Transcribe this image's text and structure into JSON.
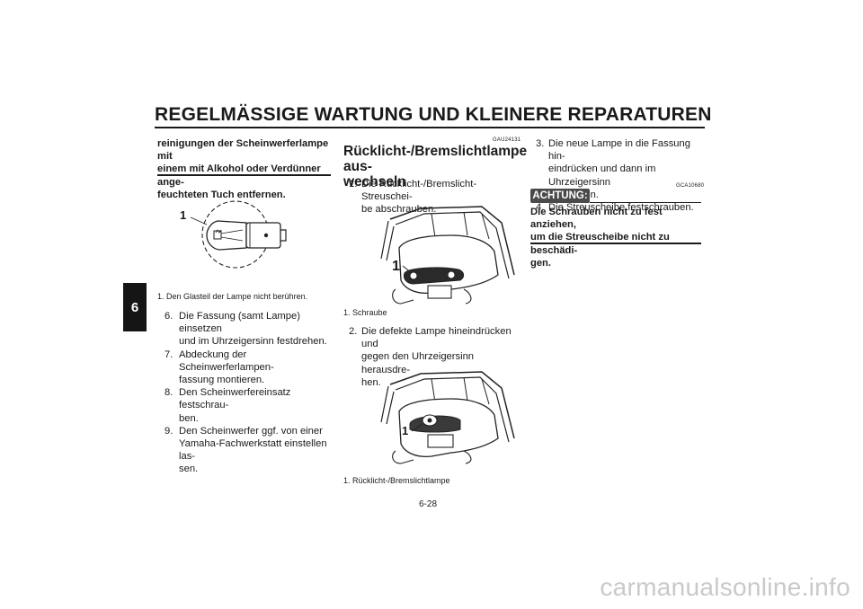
{
  "header": {
    "title": "REGELMÄSSIGE WARTUNG UND KLEINERE REPARATUREN",
    "chapter": "6"
  },
  "left_column": {
    "warning_lines": [
      "reinigungen der Scheinwerferlampe mit",
      "einem mit Alkohol oder Verdünner ange-",
      "feuchteten Tuch entfernen."
    ],
    "figure_label": "1",
    "caption": "1.  Den Glasteil der Lampe nicht berühren.",
    "steps": [
      {
        "num": "6.",
        "lines": [
          "Die Fassung (samt Lampe) einsetzen",
          "und im Uhrzeigersinn festdrehen."
        ]
      },
      {
        "num": "7.",
        "lines": [
          "Abdeckung der Scheinwerferlampen-",
          "fassung montieren."
        ]
      },
      {
        "num": "8.",
        "lines": [
          "Den Scheinwerfereinsatz festschrau-",
          "ben."
        ]
      },
      {
        "num": "9.",
        "lines": [
          "Den Scheinwerfer ggf. von einer",
          "Yamaha-Fachwerkstatt einstellen las-",
          "sen."
        ]
      }
    ]
  },
  "middle_column": {
    "code": "GAU24131",
    "heading_lines": [
      "Rücklicht-/Bremslichtlampe aus-",
      "wechseln"
    ],
    "step1": {
      "num": "1.",
      "lines": [
        "Die Rücklicht-/Bremslicht-Streuschei-",
        "be abschrauben."
      ]
    },
    "figure1_label": "1",
    "caption1": "1.  Schraube",
    "step2": {
      "num": "2.",
      "lines": [
        "Die defekte Lampe hineindrücken und",
        "gegen den Uhrzeigersinn herausdre-",
        "hen."
      ]
    },
    "figure2_label": "1",
    "caption2": "1.  Rücklicht-/Bremslichtlampe"
  },
  "right_column": {
    "steps": [
      {
        "num": "3.",
        "lines": [
          "Die neue Lampe in die Fassung hin-",
          "eindrücken und dann im Uhrzeigersinn",
          "festdrehen."
        ]
      },
      {
        "num": "4.",
        "lines": [
          "Die Streuscheibe festschrauben."
        ]
      }
    ],
    "achtung_label": "ACHTUNG:",
    "achtung_code": "GCA10680",
    "achtung_lines": [
      "Die Schrauben nicht zu fest anziehen,",
      "um die Streuscheibe nicht zu beschädi-",
      "gen."
    ]
  },
  "footer": {
    "page_number": "6-28",
    "watermark": "carmanualsonline.info"
  }
}
